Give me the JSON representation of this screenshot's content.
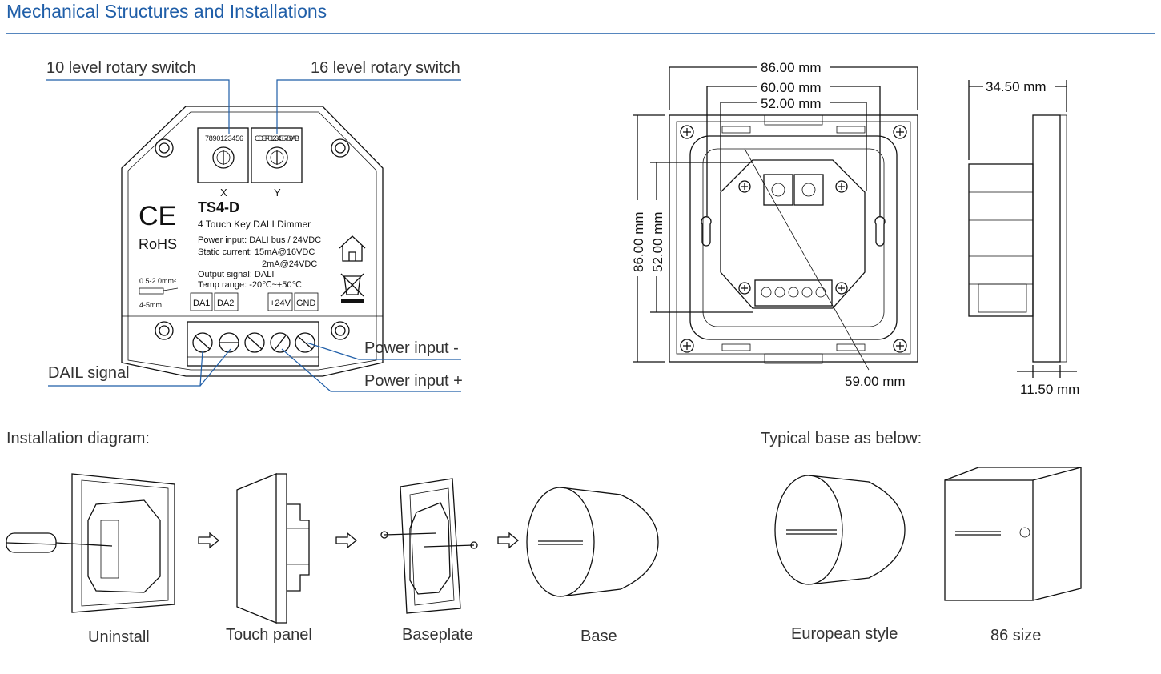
{
  "header": {
    "title": "Mechanical Structures and Installations",
    "rule_color": "#1f5ea8"
  },
  "device": {
    "callout_rotary10": "10 level rotary switch",
    "callout_rotary16": "16 level rotary switch",
    "dial_x_digits": "7 8 9 0 1 2 3 4 5 6",
    "dial_y_digits": "CDEF0123456789AB",
    "label_x": "X",
    "label_y": "Y",
    "ce": "CE",
    "rohs": "RoHS",
    "model": "TS4-D",
    "subtitle": "4 Touch Key DALI Dimmer",
    "spec_power": "Power input: DALI bus / 24VDC",
    "spec_static1": "Static current: 15mA@16VDC",
    "spec_static2": "2mA@24VDC",
    "spec_output": "Output signal: DALI",
    "spec_temp": "Temp range: -20℃~+50℃",
    "wire_size": "0.5-2.0mm²",
    "strip_len": "4-5mm",
    "term_da1": "DA1",
    "term_da2": "DA2",
    "term_24v": "+24V",
    "term_gnd": "GND",
    "callout_power_minus": "Power input -",
    "callout_power_plus": "Power input +",
    "callout_dali": "DAIL signal"
  },
  "dimensions": {
    "outer_w": "86.00 mm",
    "hole_w": "60.00 mm",
    "inner_w": "52.00 mm",
    "outer_h": "86.00 mm",
    "inner_h": "52.00 mm",
    "diag": "59.00 mm",
    "depth": "34.50 mm",
    "front": "11.50 mm"
  },
  "installation": {
    "heading": "Installation diagram:",
    "steps": [
      "Uninstall",
      "Touch panel",
      "Baseplate",
      "Base"
    ]
  },
  "typical": {
    "heading": "Typical base as below:",
    "items": [
      "European style",
      "86 size"
    ]
  }
}
